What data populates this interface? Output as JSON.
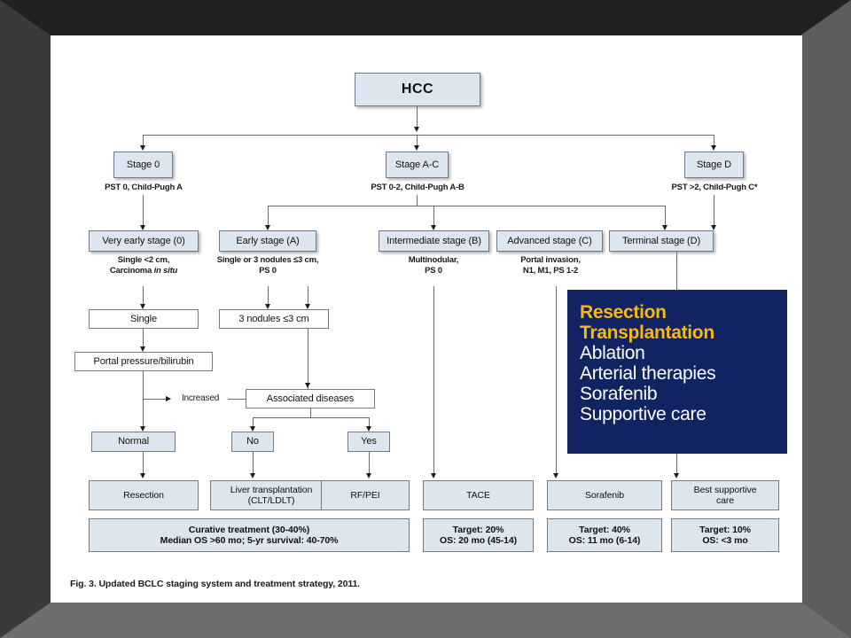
{
  "slide": {
    "caption": "Fig. 3. Updated BCLC staging system and treatment strategy, 2011."
  },
  "diagram": {
    "root": {
      "label": "HCC"
    },
    "stages": [
      {
        "label": "Stage 0",
        "criteria": "PST 0, Child-Pugh A"
      },
      {
        "label": "Stage A-C",
        "criteria": "PST 0-2, Child-Pugh A-B"
      },
      {
        "label": "Stage D",
        "criteria": "PST >2, Child-Pugh C*"
      }
    ],
    "substages": [
      {
        "label": "Very early stage (0)",
        "detail_line1": "Single <2 cm,",
        "detail_line2": "Carcinoma ",
        "detail_line2_italic": "in situ"
      },
      {
        "label": "Early stage (A)",
        "detail_line1": "Single or 3 nodules ≤3 cm,",
        "detail_line2": "PS 0",
        "detail_line2_italic": ""
      },
      {
        "label": "Intermediate stage (B)",
        "detail_line1": "Multinodular,",
        "detail_line2": "PS 0",
        "detail_line2_italic": ""
      },
      {
        "label": "Advanced stage (C)",
        "detail_line1": "Portal invasion,",
        "detail_line2": "N1, M1, PS 1-2",
        "detail_line2_italic": ""
      },
      {
        "label": "Terminal stage (D)",
        "detail_line1": "",
        "detail_line2": "",
        "detail_line2_italic": ""
      }
    ],
    "decisions": {
      "single": "Single",
      "three_nodules": "3 nodules ≤3 cm",
      "portal_pressure": "Portal pressure/bilirubin",
      "increased": "Increased",
      "associated_diseases": "Associated diseases",
      "normal": "Normal",
      "no": "No",
      "yes": "Yes"
    },
    "treatments": [
      {
        "label": "Resection"
      },
      {
        "label": "Liver transplantation\n(CLT/LDLT)"
      },
      {
        "label": "RF/PEI"
      },
      {
        "label": "TACE"
      },
      {
        "label": "Sorafenib"
      },
      {
        "label": "Best supportive\ncare"
      }
    ],
    "outcomes": [
      {
        "line1": "Curative treatment (30-40%)",
        "line2": "Median OS >60 mo; 5-yr survival: 40-70%"
      },
      {
        "line1": "Target: 20%",
        "line2": "OS: 20 mo (45-14)"
      },
      {
        "line1": "Target: 40%",
        "line2": "OS: 11 mo (6-14)"
      },
      {
        "line1": "Target: 10%",
        "line2": "OS: <3 mo"
      }
    ]
  },
  "overlay": {
    "background_color": "#122361",
    "highlight_color": "#f5b912",
    "text_color": "#ffffff",
    "items": [
      {
        "label": "Resection",
        "highlight": true
      },
      {
        "label": "Transplantation",
        "highlight": true
      },
      {
        "label": "Ablation",
        "highlight": false
      },
      {
        "label": "Arterial therapies",
        "highlight": false
      },
      {
        "label": "Sorafenib",
        "highlight": false
      },
      {
        "label": "Supportive care",
        "highlight": false
      }
    ]
  }
}
